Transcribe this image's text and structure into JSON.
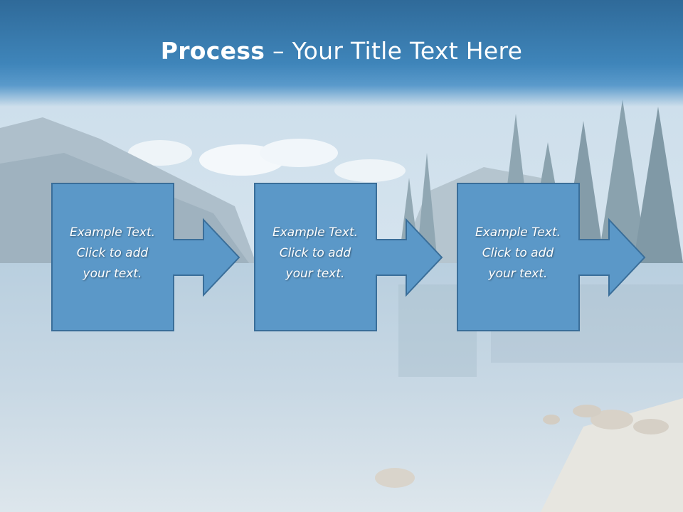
{
  "slide": {
    "title_bold": "Process",
    "title_rest": " – Your Title Text Here"
  },
  "steps": [
    {
      "line1": "Example Text.",
      "line2": "Click  to add",
      "line3": "your text."
    },
    {
      "line1": "Example Text.",
      "line2": "Click  to add",
      "line3": "your text."
    },
    {
      "line1": "Example Text.",
      "line2": "Click  to add",
      "line3": "your text."
    }
  ],
  "colors": {
    "title_bar": "#3f85ba",
    "box_fill": "#5b98c8",
    "box_border": "#3a6e99",
    "text": "#ffffff"
  }
}
